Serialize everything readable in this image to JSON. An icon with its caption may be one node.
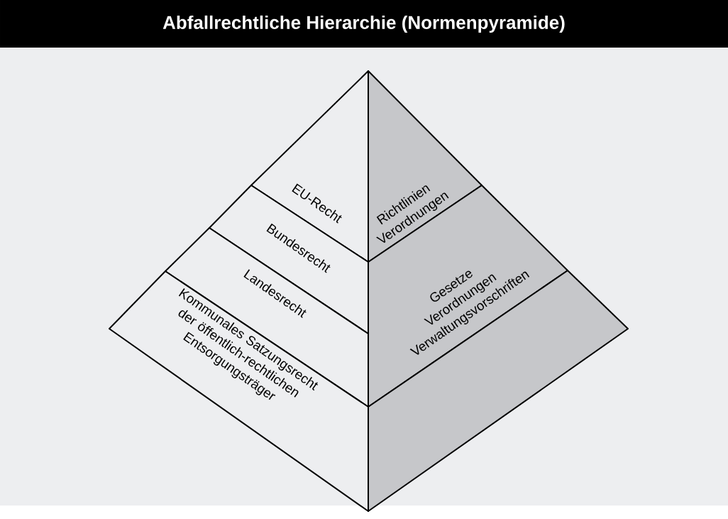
{
  "diagram": {
    "title": "Abfallrechtliche Hierarchie (Normenpyramide)",
    "nodes": [
      {
        "text": [
          "EU-Recht"
        ]
      },
      {
        "text": [
          "Bundesrecht"
        ]
      },
      {
        "text": [
          "Landesrecht"
        ]
      },
      {
        "text": [
          "Kommunales Satzungsrecht der öffentlich-rechtlichen Entsorgungsträger"
        ]
      },
      {
        "text": [
          "Richtlinien",
          "Verordnungen"
        ]
      },
      {
        "text": [
          "Gesetze",
          "Verordnungen",
          "Verwaltungsvorschriften"
        ]
      },
      {
        "text": [],
        "shape": "band"
      }
    ]
  }
}
